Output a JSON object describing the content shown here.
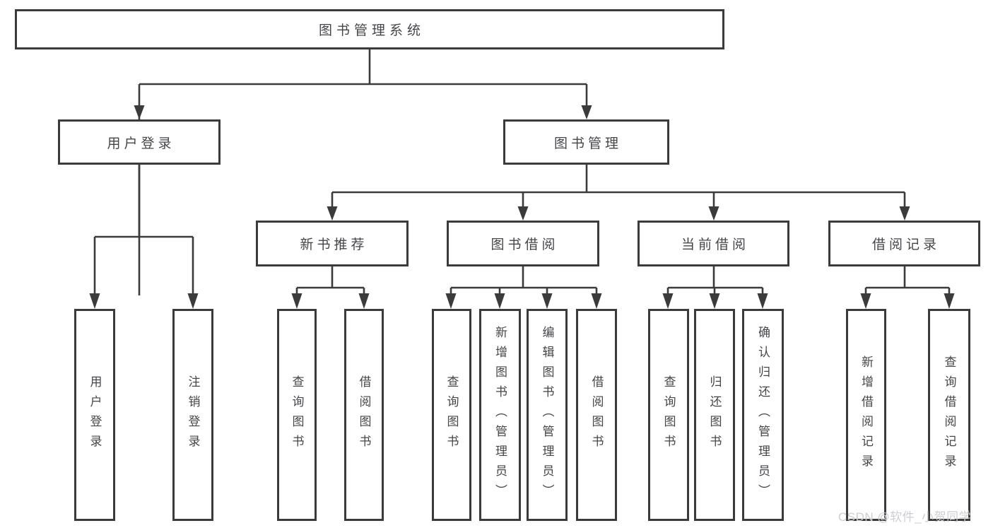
{
  "diagram": {
    "root": {
      "label": "图书管理系统"
    },
    "branches": [
      {
        "label": "用户登录",
        "children": [
          {
            "label": "用户登录"
          },
          {
            "label": "注销登录"
          }
        ]
      },
      {
        "label": "图书管理",
        "groups": [
          {
            "label": "新书推荐",
            "children": [
              {
                "label": "查询图书"
              },
              {
                "label": "借阅图书"
              }
            ]
          },
          {
            "label": "图书借阅",
            "children": [
              {
                "label": "查询图书"
              },
              {
                "label": "新增图书（管理员）"
              },
              {
                "label": "编辑图书（管理员）"
              },
              {
                "label": "借阅图书"
              }
            ]
          },
          {
            "label": "当前借阅",
            "children": [
              {
                "label": "查询图书"
              },
              {
                "label": "归还图书"
              },
              {
                "label": "确认归还（管理员）"
              }
            ]
          },
          {
            "label": "借阅记录",
            "children": [
              {
                "label": "新增借阅记录"
              },
              {
                "label": "查询借阅记录"
              }
            ]
          }
        ]
      }
    ]
  },
  "watermark": "CSDN @软件_小贺同学",
  "colors": {
    "line": "#3b3b3b",
    "box_border": "#3b3b3b",
    "text": "#46464a",
    "background": "#ffffff",
    "watermark_text": "#ccced2"
  }
}
